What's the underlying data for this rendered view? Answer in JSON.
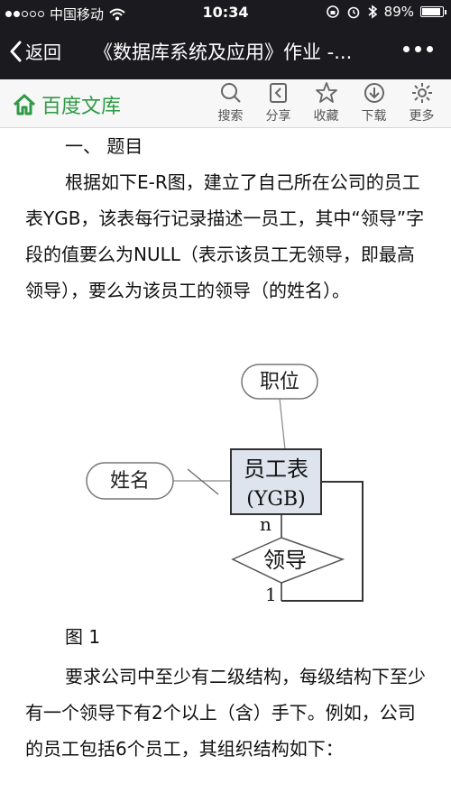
{
  "status_bar": {
    "carrier": "中国移动",
    "time": "10:34",
    "battery": "89%",
    "battery_level": 0.89
  },
  "nav": {
    "back_label": "返回",
    "title": "《数据库系统及应用》作业 -...",
    "back_icon": "chevron-left-icon",
    "more_icon": "more-dots-icon"
  },
  "toolbar": {
    "brand": "百度文库",
    "brand_color": "#2e9a45",
    "tools": [
      {
        "label": "搜索",
        "icon": "search-icon"
      },
      {
        "label": "分享",
        "icon": "share-icon"
      },
      {
        "label": "收藏",
        "icon": "star-icon"
      },
      {
        "label": "下载",
        "icon": "download-icon"
      },
      {
        "label": "更多",
        "icon": "gear-icon"
      }
    ]
  },
  "document": {
    "heading": "一、 题目",
    "para1": "根据如下E-R图，建立了自己所在公司的员工表YGB，该表每行记录描述一员工，其中“领导”字段的值要么为NULL（表示该员工无领导，即最高领导），要么为该员工的领导（的姓名）。",
    "figure": {
      "entity_line1": "员工表",
      "entity_line2": "(YGB)",
      "attr_position": "职位",
      "attr_name": "姓名",
      "relationship": "领导",
      "card_n": "n",
      "card_1": "1"
    },
    "caption": "图 1",
    "para2": "要求公司中至少有二级结构，每级结构下至少有一个领导下有2个以上（含）手下。例如，公司的员工包括6个员工，其组织结构如下："
  }
}
